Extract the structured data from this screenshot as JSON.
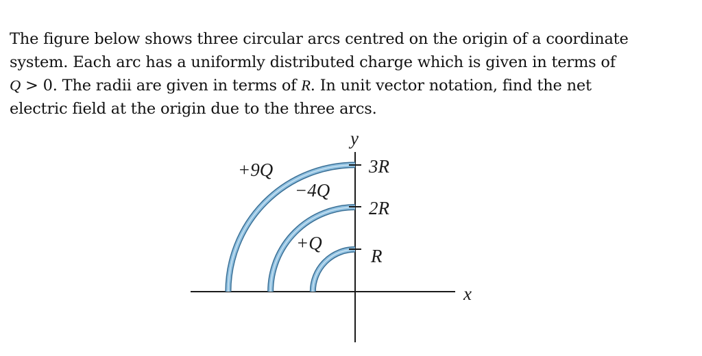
{
  "problem": {
    "line1": "The figure below shows three circular arcs centred on the origin of a coordinate",
    "line2": "system. Each arc has a uniformly distributed charge which is given in terms of",
    "line3_q": "Q",
    "line3_gt": " > 0. The radii are given in terms of ",
    "line3_r": "R",
    "line3_rest": ". In unit vector notation, find the net",
    "line4": "electric field at the origin due to the three arcs."
  },
  "figure": {
    "axis_x_label": "x",
    "axis_y_label": "y",
    "arcs": [
      {
        "charge_label": "+9Q",
        "radius_label": "3R",
        "radius_multiple": 3
      },
      {
        "charge_label": "−4Q",
        "radius_label": "2R",
        "radius_multiple": 2
      },
      {
        "charge_label": "+Q",
        "radius_label": "R",
        "radius_multiple": 1
      }
    ],
    "arc_fill_color": "#8fc0e0",
    "arc_edge_color": "#3a6f95"
  }
}
